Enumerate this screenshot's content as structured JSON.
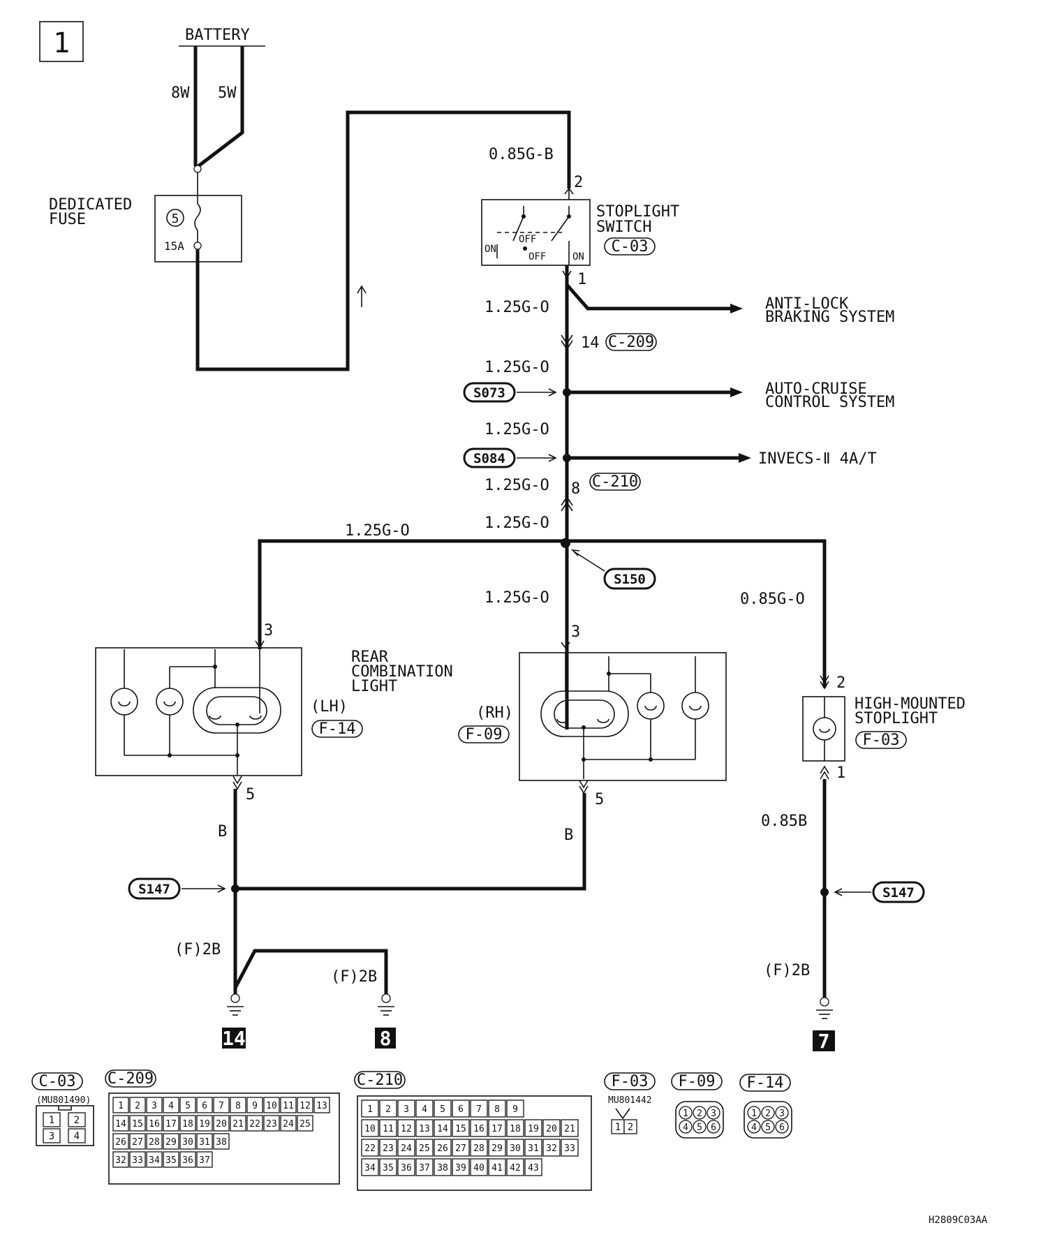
{
  "page_number": "1",
  "diagram_code": "H2809C03AA",
  "battery": {
    "label": "BATTERY",
    "wire_left": "8W",
    "wire_right": "5W"
  },
  "fuse": {
    "name_line1": "DEDICATED",
    "name_line2": "FUSE",
    "number": "5",
    "rating": "15A"
  },
  "stoplight_switch": {
    "name_line1": "STOPLIGHT",
    "name_line2": "SWITCH",
    "connector": "C-03",
    "pin_top": "2",
    "pin_bottom": "1",
    "on_left": "ON",
    "off_top": "OFF",
    "off_bottom": "OFF",
    "on_right": "ON"
  },
  "wires": {
    "to_switch": "0.85G-B",
    "switch_out": "1.25G-O",
    "after_c209": "1.25G-O",
    "after_s073": "1.25G-O",
    "before_c210": "1.25G-O",
    "after_c210": "1.25G-O",
    "bus_left": "1.25G-O",
    "to_rh": "1.25G-O",
    "to_hmsl": "0.85G-O",
    "lh_ground": "B",
    "rh_ground": "B",
    "hmsl_ground": "0.85B",
    "ground_14": "(F)2B",
    "ground_8": "(F)2B",
    "ground_7": "(F)2B"
  },
  "connectors_inline": {
    "c209": {
      "pin": "14",
      "name": "C-209"
    },
    "c210": {
      "pin": "8",
      "name": "C-210"
    }
  },
  "branches": {
    "abs_line1": "ANTI-LOCK",
    "abs_line2": "BRAKING SYSTEM",
    "cruise_line1": "AUTO-CRUISE",
    "cruise_line2": "CONTROL SYSTEM",
    "invecs": "INVECS-Ⅱ 4A/T"
  },
  "splices": {
    "s073": "S073",
    "s084": "S084",
    "s150": "S150",
    "s147_left": "S147",
    "s147_right": "S147"
  },
  "rear_combination_light": {
    "line1": "REAR",
    "line2": "COMBINATION",
    "line3": "LIGHT",
    "lh": "(LH)",
    "lh_connector": "F-14",
    "lh_pin_in": "3",
    "lh_pin_out": "5",
    "rh": "(RH)",
    "rh_connector": "F-09",
    "rh_pin_in": "3",
    "rh_pin_out": "5"
  },
  "high_mounted_stoplight": {
    "line1": "HIGH-MOUNTED",
    "line2": "STOPLIGHT",
    "connector": "F-03",
    "pin_in": "2",
    "pin_out": "1"
  },
  "grounds": {
    "g14": "14",
    "g8": "8",
    "g7": "7"
  },
  "connector_views": {
    "c03": {
      "name": "C-03",
      "part": "(MU801490)",
      "pins": [
        "1",
        "2",
        "3",
        "4"
      ]
    },
    "c209": {
      "name": "C-209",
      "row1": [
        "1",
        "2",
        "3",
        "4",
        "5",
        "6",
        "7",
        "8",
        "9",
        "10",
        "11",
        "12",
        "13"
      ],
      "row2": [
        "14",
        "15",
        "16",
        "17",
        "18",
        "19",
        "20",
        "21",
        "22",
        "23",
        "24",
        "25"
      ],
      "row3": [
        "26",
        "27",
        "28",
        "29",
        "30",
        "31",
        "38"
      ],
      "row4": [
        "32",
        "33",
        "34",
        "35",
        "36",
        "37"
      ]
    },
    "c210": {
      "name": "C-210",
      "row1": [
        "1",
        "2",
        "3",
        "4",
        "5",
        "6",
        "7",
        "8",
        "9"
      ],
      "row2": [
        "10",
        "11",
        "12",
        "13",
        "14",
        "15",
        "16",
        "17",
        "18",
        "19",
        "20",
        "21"
      ],
      "row3": [
        "22",
        "23",
        "24",
        "25",
        "26",
        "27",
        "28",
        "29",
        "30",
        "31",
        "32",
        "33"
      ],
      "row4": [
        "34",
        "35",
        "36",
        "37",
        "38",
        "39",
        "40",
        "41",
        "42",
        "43"
      ]
    },
    "f03": {
      "name": "F-03",
      "part": "MU801442",
      "pins": [
        "1",
        "2"
      ]
    },
    "f09": {
      "name": "F-09",
      "pins": [
        "1",
        "2",
        "3",
        "4",
        "5",
        "6"
      ]
    },
    "f14": {
      "name": "F-14",
      "pins": [
        "1",
        "2",
        "3",
        "4",
        "5",
        "6"
      ]
    }
  }
}
